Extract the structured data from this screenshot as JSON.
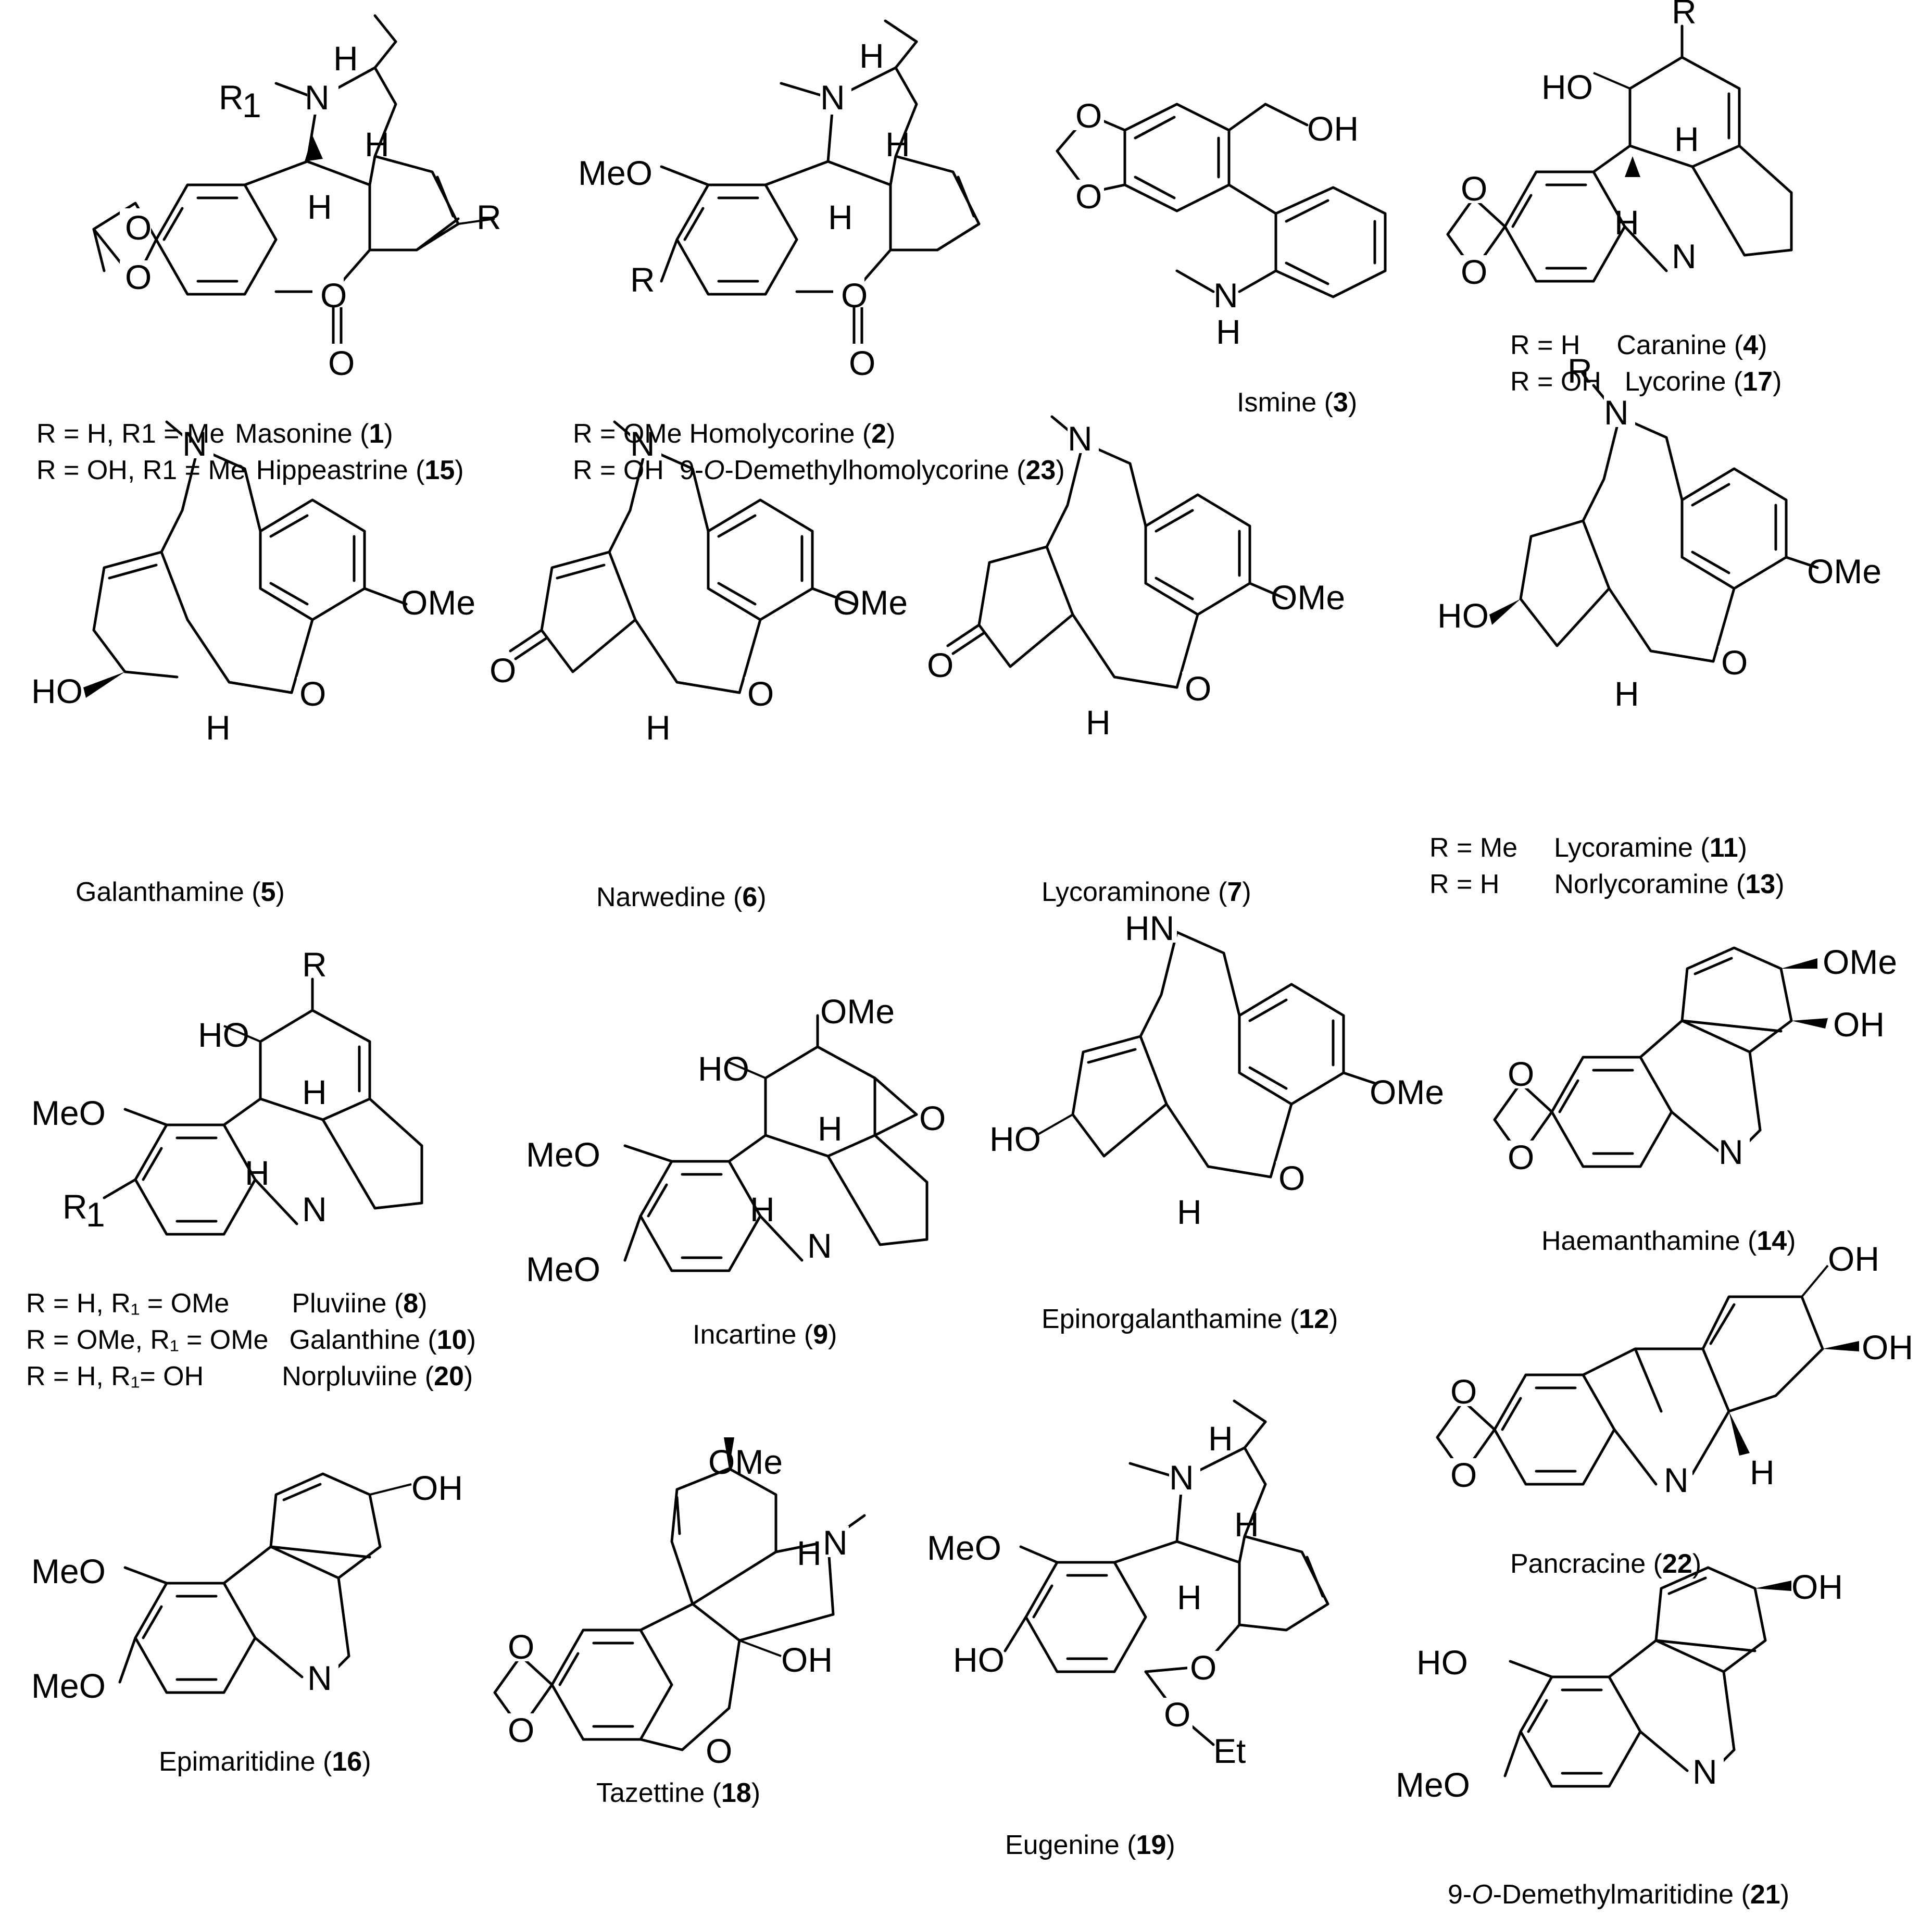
{
  "captions": {
    "c1a": {
      "cond": "R = H, R1 = Me",
      "name": "Masonine (",
      "num": "1",
      "close": ")"
    },
    "c1b": {
      "cond": "R = OH, R1 = Me",
      "name": "Hippeastrine (",
      "num": "15",
      "close": ")"
    },
    "c2a": {
      "cond": "R = OMe",
      "name": "Homolycorine (",
      "num": "2",
      "close": ")"
    },
    "c2b": {
      "cond": "R = OH",
      "name_pre": "9-",
      "name_italic": "O",
      "name_post": "-Demethylhomolycorine (",
      "num": "23",
      "close": ")"
    },
    "c3": {
      "name": "Ismine (",
      "num": "3",
      "close": ")"
    },
    "c4a": {
      "cond": "R = H",
      "name": "Caranine (",
      "num": "4",
      "close": ")"
    },
    "c4b": {
      "cond": "R = OH",
      "name": "Lycorine (",
      "num": "17",
      "close": ")"
    },
    "c5": {
      "name": "Galanthamine (",
      "num": "5",
      "close": ")"
    },
    "c6": {
      "name": "Narwedine (",
      "num": "6",
      "close": ")"
    },
    "c7": {
      "name": "Lycoraminone (",
      "num": "7",
      "close": ")"
    },
    "c11a": {
      "cond": "R = Me",
      "name": "Lycoramine (",
      "num": "11",
      "close": ")"
    },
    "c11b": {
      "cond": "R = H",
      "name": "Norlycoramine (",
      "num": "13",
      "close": ")"
    },
    "c8a": {
      "cond": "R = H, R₁ = OMe",
      "name": "Pluviine (",
      "num": "8",
      "close": ")"
    },
    "c8b": {
      "cond": "R = OMe, R₁ = OMe",
      "name": "Galanthine (",
      "num": "10",
      "close": ")"
    },
    "c8c": {
      "cond": "R = H, R₁= OH",
      "name": "Norpluviine (",
      "num": "20",
      "close": ")"
    },
    "c9": {
      "name": "Incartine (",
      "num": "9",
      "close": ")"
    },
    "c12": {
      "name": "Epinorgalanthamine (",
      "num": "12",
      "close": ")"
    },
    "c14": {
      "name": "Haemanthamine (",
      "num": "14",
      "close": ")"
    },
    "c22": {
      "name": "Pancracine (",
      "num": "22",
      "close": ")"
    },
    "c16": {
      "name": "Epimaritidine (",
      "num": "16",
      "close": ")"
    },
    "c18": {
      "name": "Tazettine (",
      "num": "18",
      "close": ")"
    },
    "c19": {
      "name": "Eugenine (",
      "num": "19",
      "close": ")"
    },
    "c21": {
      "name_pre": "9-",
      "name_italic": "O",
      "name_post": "-Demethylmaritidine (",
      "num": "21",
      "close": ")"
    }
  },
  "atoms": {
    "o": "O",
    "n": "N",
    "h": "H",
    "hn": "HN",
    "r": "R",
    "r1": "R",
    "r1sub": "1",
    "oh": "OH",
    "ho": "HO",
    "ome": "OMe",
    "meo": "MeO",
    "et": "Et"
  }
}
